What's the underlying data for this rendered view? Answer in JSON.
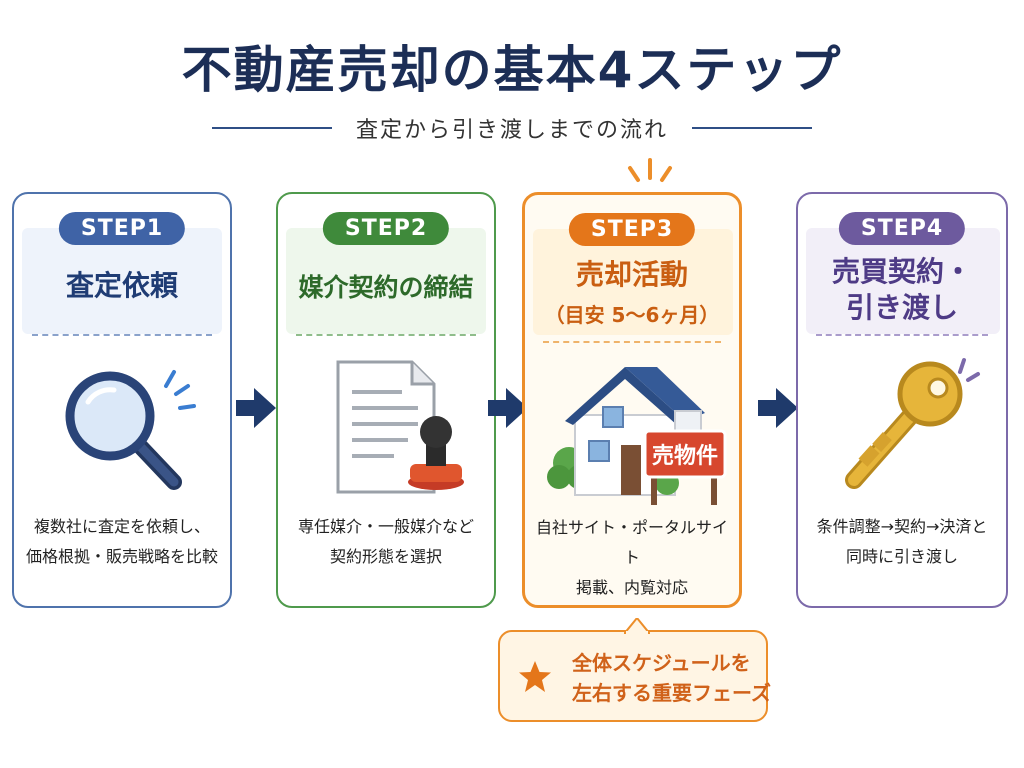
{
  "title": "不動産売却の基本4ステップ",
  "subtitle": "査定から引き渡しまでの流れ",
  "steps": [
    {
      "label": "STEP1",
      "title": "査定依頼",
      "icon": "magnifier-icon",
      "desc_lines": [
        "複数社に査定を依頼し、",
        "価格根拠・販売戦略を比較"
      ],
      "color": "#3f63a6"
    },
    {
      "label": "STEP2",
      "title": "媒介契約の締結",
      "icon": "contract-stamp-icon",
      "desc_lines": [
        "専任媒介・一般媒介など",
        "契約形態を選択"
      ],
      "color": "#3f8a3b"
    },
    {
      "label": "STEP3",
      "title": "売却活動",
      "subtitle": "（目安 5〜6ヶ月）",
      "icon": "house-for-sale-icon",
      "sign_text": "売物件",
      "desc_lines": [
        "自社サイト・ポータルサイト",
        "掲載、内覧対応"
      ],
      "color": "#e4761a"
    },
    {
      "label": "STEP4",
      "title_lines": [
        "売買契約・",
        "引き渡し"
      ],
      "icon": "key-icon",
      "desc_lines": [
        "条件調整→契約→決済と",
        "同時に引き渡し"
      ],
      "color": "#6d5a9e"
    }
  ],
  "callout": {
    "icon": "star-icon",
    "lines": [
      "全体スケジュールを",
      "左右する重要フェーズ"
    ],
    "color": "#d0621a"
  }
}
